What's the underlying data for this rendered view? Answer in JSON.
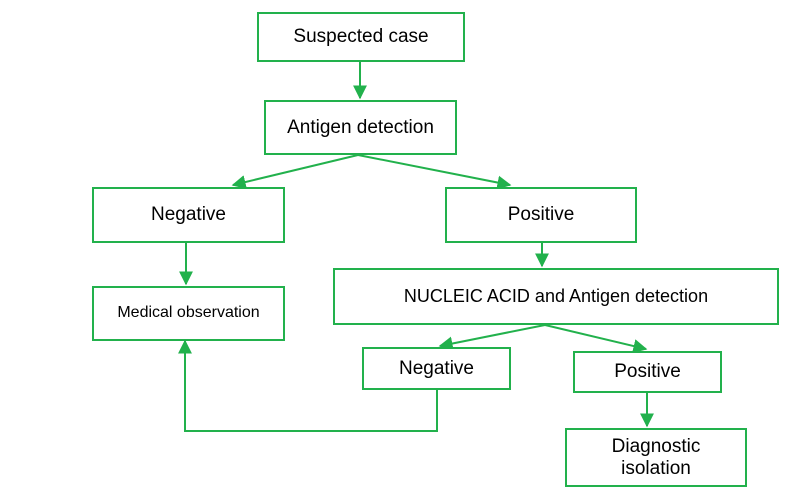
{
  "colors": {
    "accent": "#22b14c",
    "background": "#ffffff",
    "text": "#000000"
  },
  "nodes": {
    "suspected_case": "Suspected case",
    "antigen_detection": "Antigen detection",
    "negative_1": "Negative",
    "positive_1": "Positive",
    "medical_observation": "Medical observation",
    "nucleic_acid_antigen": "NUCLEIC ACID and Antigen detection",
    "negative_2": "Negative",
    "positive_2": "Positive",
    "diagnostic_isolation_line1": "Diagnostic",
    "diagnostic_isolation_line2": "isolation"
  },
  "edges": [
    {
      "from": "suspected_case",
      "to": "antigen_detection"
    },
    {
      "from": "antigen_detection",
      "to": "negative_1"
    },
    {
      "from": "antigen_detection",
      "to": "positive_1"
    },
    {
      "from": "negative_1",
      "to": "medical_observation"
    },
    {
      "from": "positive_1",
      "to": "nucleic_acid_antigen"
    },
    {
      "from": "nucleic_acid_antigen",
      "to": "negative_2"
    },
    {
      "from": "nucleic_acid_antigen",
      "to": "positive_2"
    },
    {
      "from": "positive_2",
      "to": "diagnostic_isolation"
    },
    {
      "from": "negative_2",
      "to": "medical_observation"
    }
  ]
}
